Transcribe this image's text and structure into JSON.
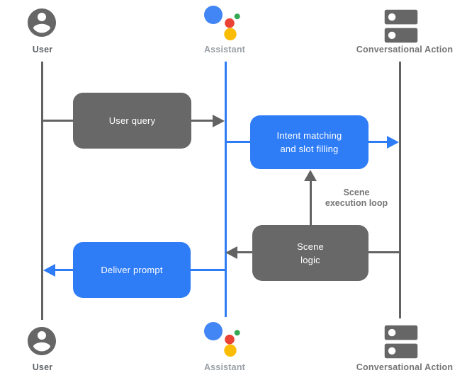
{
  "diagram": {
    "actors": {
      "top": {
        "user": "User",
        "assistant": "Assistant",
        "conversational_action": "Conversational Action"
      },
      "bottom": {
        "user": "User",
        "assistant": "Assistant",
        "conversational_action": "Conversational Action"
      }
    },
    "boxes": {
      "user_query": {
        "label": "User query"
      },
      "intent_matching": {
        "label": "Intent matching\nand slot filling"
      },
      "scene_logic": {
        "label": "Scene\nlogic"
      },
      "deliver_prompt": {
        "label": "Deliver prompt"
      }
    },
    "annotations": {
      "scene_execution_loop": "Scene\nexecution loop"
    },
    "colors": {
      "accent_blue": "#2e7cf6",
      "box_gray": "#686868",
      "line_gray": "#636363",
      "assistant_logo_blue": "#4285f4",
      "assistant_logo_red": "#ea4335",
      "assistant_logo_green": "#34a853",
      "assistant_logo_yellow": "#fbbc04",
      "user_label_gray": "#5f6368",
      "assistant_label_gray": "#9aa0a6",
      "conversational_action_label_gray": "#757575"
    }
  }
}
